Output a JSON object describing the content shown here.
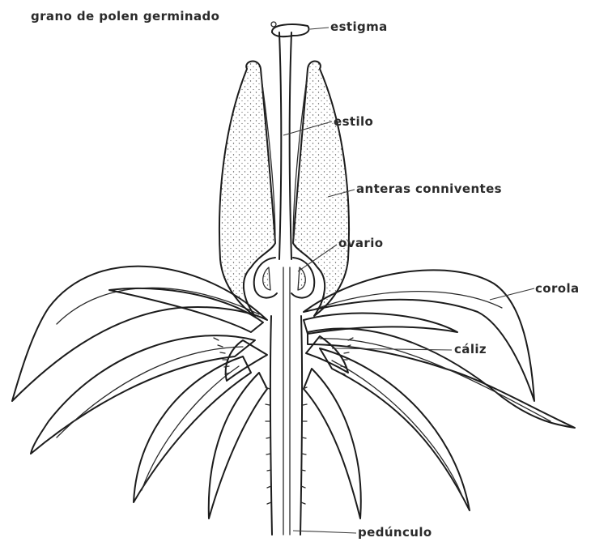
{
  "labels": {
    "pollen": "grano de polen germinado",
    "stigma": "estigma",
    "style": "estilo",
    "anthers": "anteras conniventes",
    "ovary": "ovario",
    "corolla": "corola",
    "calyx": "cáliz",
    "peduncle": "pedúnculo"
  }
}
